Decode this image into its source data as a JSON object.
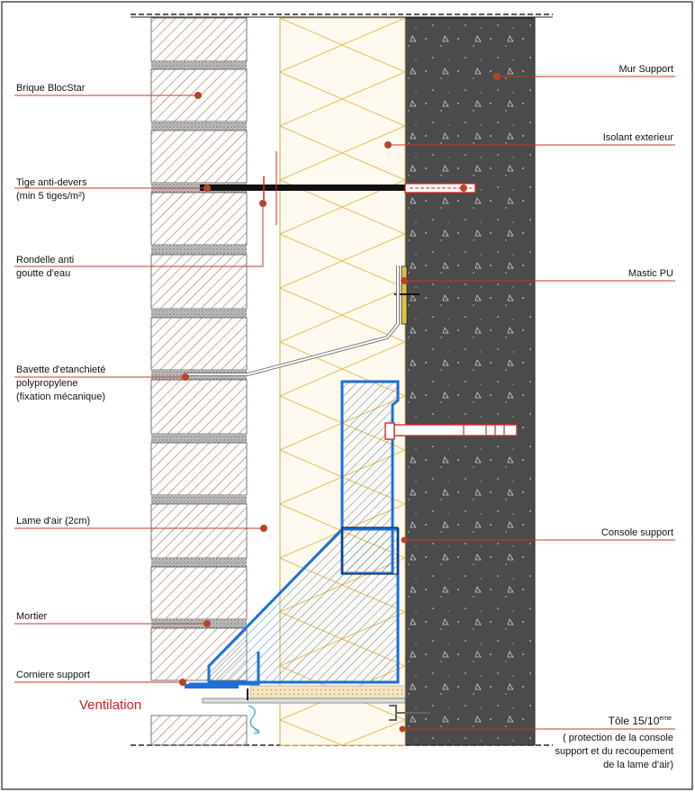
{
  "labels": {
    "brique": "Brique BlocStar",
    "tige_1": "Tige anti-devers",
    "tige_2": "(min 5 tiges/m²)",
    "rondelle_1": "Rondelle anti",
    "rondelle_2": "goutte  d'eau",
    "bavette_1": "Bavette d'etanchieté",
    "bavette_2": "polypropylene",
    "bavette_3": "(fixation mécanique)",
    "lame": "Lame d'air (2cm)",
    "mortier": "Mortier",
    "corniere": "Corniere support",
    "ventilation": "Ventilation",
    "mur": "Mur Support",
    "isolant": "Isolant exterieur",
    "mastic": "Mastic PU",
    "console": "Console support",
    "tole_main": "Tôle 15/10",
    "tole_sup": "eme",
    "tole_note_1": "( protection  de la  console",
    "tole_note_2": "support et du recoupement",
    "tole_note_3": "de la lame d'air)"
  },
  "colors": {
    "leader": "#c0392b",
    "marker": "#b5452a",
    "console_blue": "#1e6fd9",
    "concrete": "#4a4a4a",
    "insulation": "#f2c75c",
    "brick_hatch": "#b07a5a",
    "mortar": "#9c9c9c"
  }
}
